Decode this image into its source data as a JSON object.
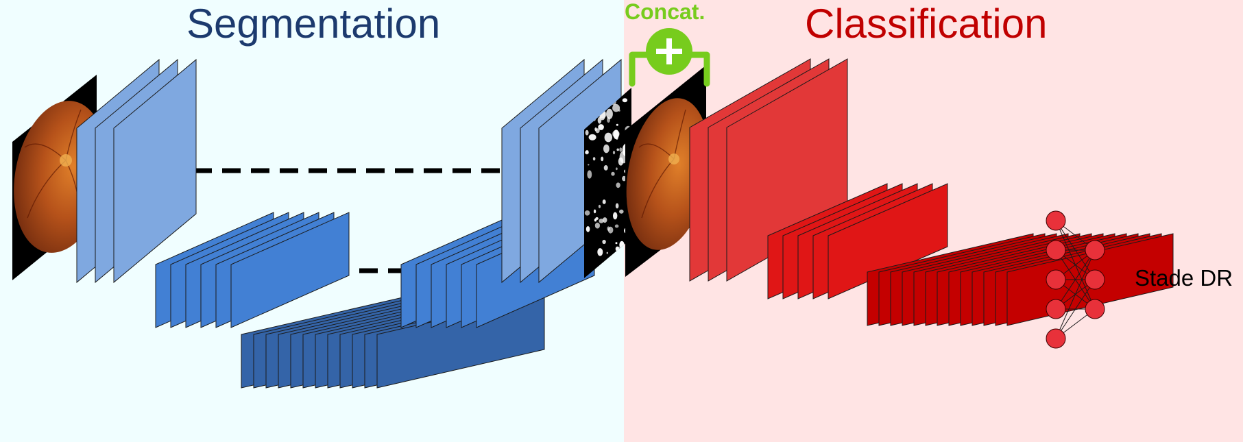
{
  "titles": {
    "segmentation": "Segmentation",
    "classification": "Classification",
    "concat": "Concat.",
    "output": "Stade DR"
  },
  "colors": {
    "segmentation_bg": "#f0feff",
    "classification_bg": "#ffe4e4",
    "segmentation_title": "#1c3a6e",
    "classification_title": "#c00000",
    "concat": "#77cc1d",
    "encoder_level1": "#7fa8e0",
    "encoder_level2": "#4280d4",
    "bottleneck": "#3464a8",
    "class_level1": "#e23838",
    "class_level2": "#e01616",
    "class_level3": "#c40000",
    "neuron": "#e8313a",
    "skip_connection": "#000000"
  },
  "structure": {
    "encoder_level1_maps": 3,
    "encoder_level2_maps": 6,
    "bottleneck_maps": 12,
    "decoder_level2_maps": 6,
    "decoder_level1_maps": 3,
    "class_level1_maps": 3,
    "class_level2_maps": 5,
    "class_level3_maps": 13,
    "fc_layers": [
      5,
      3
    ],
    "skip_connections": 2
  },
  "icons": {
    "input_image": "retina-fundus-icon",
    "segmentation_mask": "lesion-mask-icon",
    "concat_symbol": "plus-bracket-icon"
  }
}
